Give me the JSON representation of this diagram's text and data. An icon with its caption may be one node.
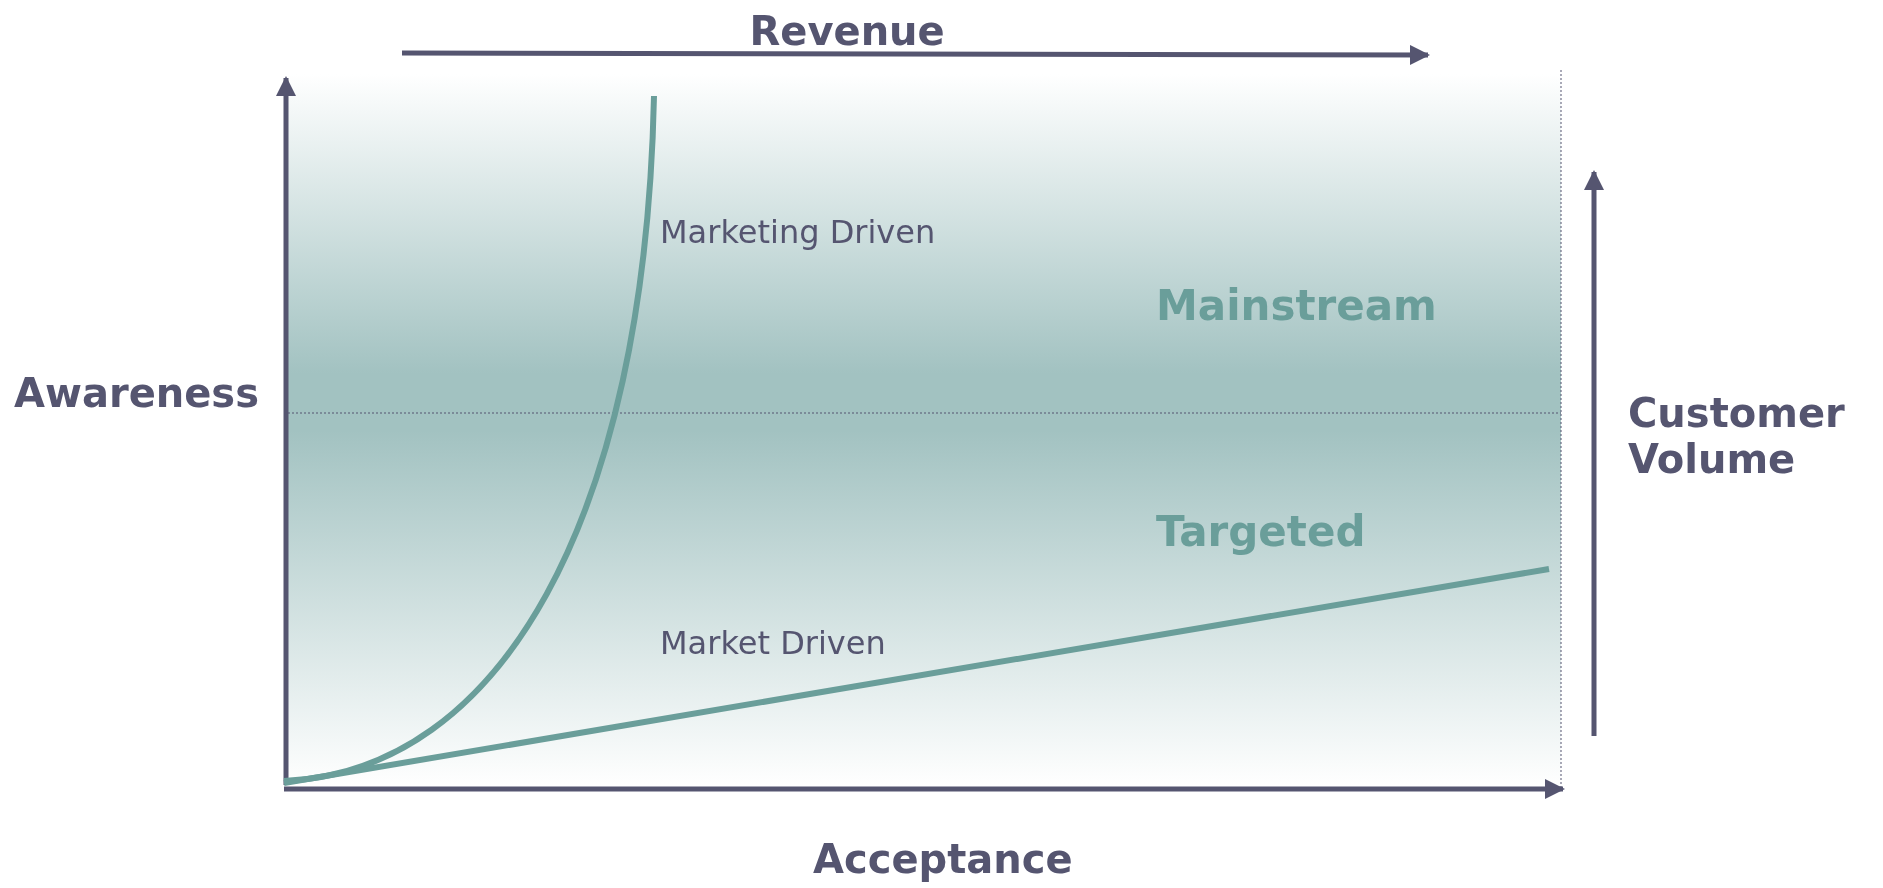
{
  "diagram": {
    "labels": [
      "Revenue",
      "Marketing Driven",
      "Mainstream",
      "Awareness",
      "Customer Volume",
      "Targeted",
      "Market Driven",
      "Acceptance"
    ]
  }
}
